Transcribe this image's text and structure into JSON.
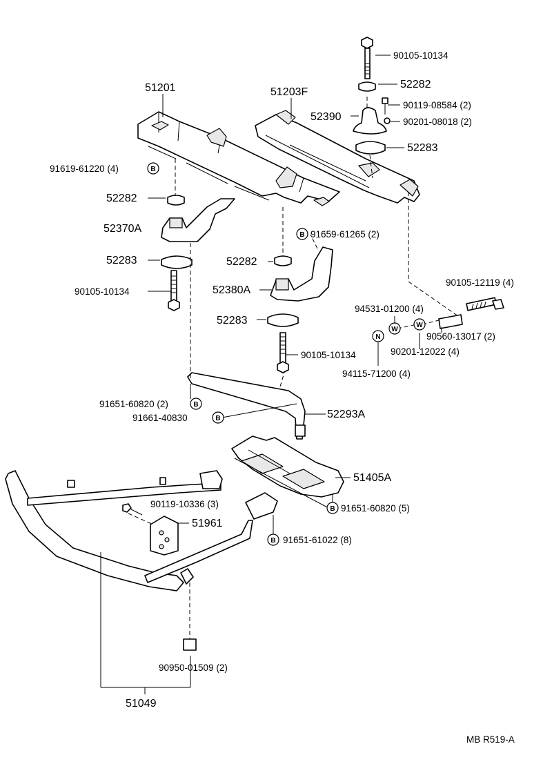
{
  "diagram": {
    "parts": {
      "p51201": "51201",
      "p51203F": "51203F",
      "p52390": "52390",
      "p52282_top": "52282",
      "p52283_top": "52283",
      "p90105_10134_top": "90105-10134",
      "p90119_08584": "90119-08584 (2)",
      "p90201_08018": "90201-08018 (2)",
      "p91619_61220": "91619-61220 (4)",
      "p52282_left": "52282",
      "p52370A": "52370A",
      "p52283_left": "52283",
      "p90105_10134_left": "90105-10134",
      "p91659_61265": "91659-61265 (2)",
      "p52282_mid": "52282",
      "p52380A": "52380A",
      "p52283_mid": "52283",
      "p90105_10134_mid": "90105-10134",
      "p90105_12119": "90105-12119 (4)",
      "p94531_01200": "94531-01200 (4)",
      "p90560_13017": "90560-13017 (2)",
      "p90201_12022": "90201-12022 (4)",
      "p94115_71200": "94115-71200 (4)",
      "p91651_60820_a": "91651-60820 (2)",
      "p91661_40830": "91661-40830",
      "p52293A": "52293A",
      "p51405A": "51405A",
      "p91651_60820_b": "91651-60820 (5)",
      "p90119_10336": "90119-10336 (3)",
      "p51961": "51961",
      "p91651_61022": "91651-61022 (8)",
      "p90950_01509": "90950-01509 (2)",
      "p51049": "51049"
    },
    "symbols": {
      "b": "B",
      "w": "W",
      "n": "N"
    },
    "footer": "MB  R519-A"
  }
}
